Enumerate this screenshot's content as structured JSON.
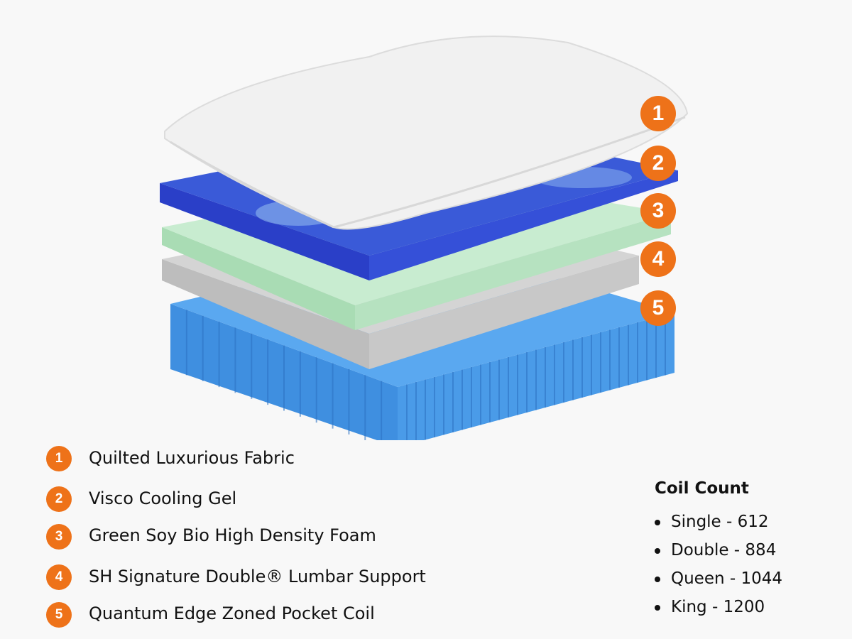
{
  "layers": [
    {
      "number": "1",
      "label": "Quilted Luxurious Fabric"
    },
    {
      "number": "2",
      "label": "Visco Cooling Gel"
    },
    {
      "number": "3",
      "label": "Green Soy Bio High Density Foam"
    },
    {
      "number": "4",
      "label": "SH Signature Double® Lumbar Support"
    },
    {
      "number": "5",
      "label": "Quantum Edge Zoned Pocket Coil"
    }
  ],
  "coil_count": {
    "title": "Coil Count",
    "items": [
      "Single - 612",
      "Double - 884",
      "Queen - 1044",
      "King - 1200"
    ]
  },
  "colors": {
    "accent": "#ee7219",
    "coil": "#4a9be8",
    "gel": "#2a3fc8",
    "foam": "#bfe6c8",
    "felt": "#cfcfcf",
    "fabric": "#f2f2f2"
  }
}
